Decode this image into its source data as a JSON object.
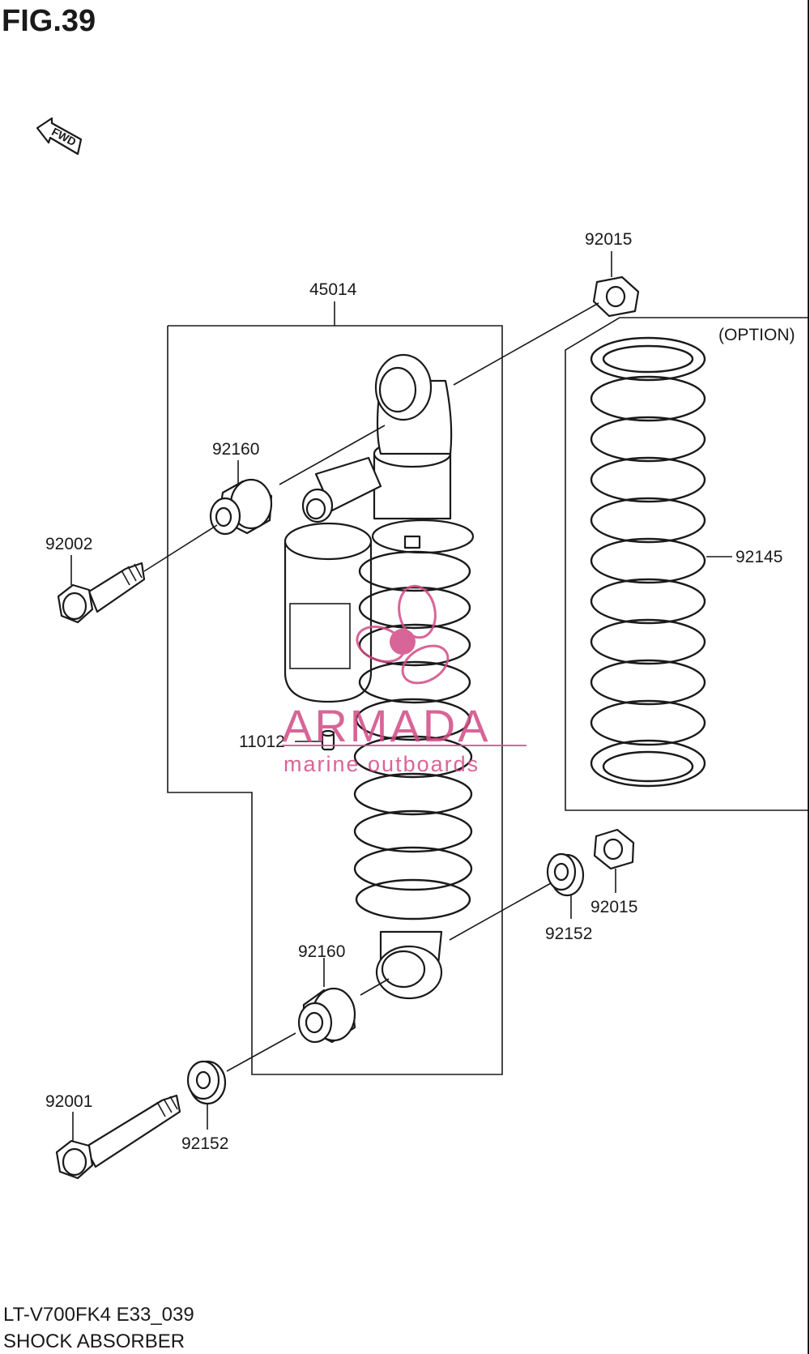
{
  "figure": {
    "title": "FIG.39",
    "fwd_label": "FWD",
    "option_label": "(OPTION)",
    "footer_model": "LT-V700FK4 E33_039",
    "footer_name": "SHOCK ABSORBER"
  },
  "callouts": {
    "p45014": "45014",
    "p92015_top": "92015",
    "p92160_top": "92160",
    "p92002": "92002",
    "p92145": "92145",
    "p11012": "11012",
    "p92015_bottom": "92015",
    "p92152_right": "92152",
    "p92160_bottom": "92160",
    "p92001": "92001",
    "p92152_left": "92152"
  },
  "watermark": {
    "brand": "ARMADA",
    "tagline": "marine outboards",
    "color": "#d24b86"
  }
}
